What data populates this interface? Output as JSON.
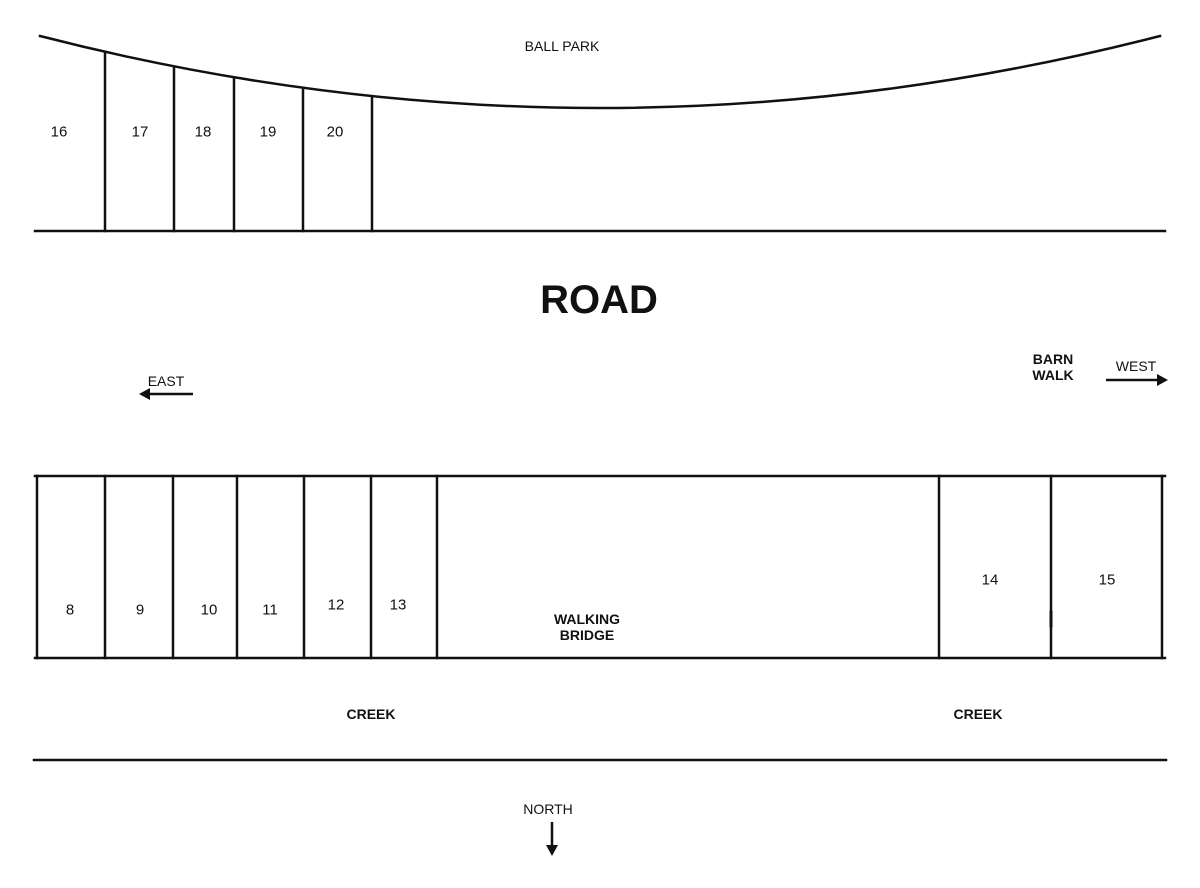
{
  "map": {
    "ball_park": "BALL PARK",
    "road": "ROAD",
    "east": "EAST",
    "west": "WEST",
    "north": "NORTH",
    "barn_walk": [
      "BARN",
      "WALK"
    ],
    "walking_bridge": [
      "WALKING",
      "BRIDGE"
    ],
    "creek_left": "CREEK",
    "creek_right": "CREEK",
    "lots_top": [
      "16",
      "17",
      "18",
      "19",
      "20"
    ],
    "lots_bottom": [
      "8",
      "9",
      "10",
      "11",
      "12",
      "13",
      "14",
      "15"
    ],
    "line_color": "#111111"
  }
}
